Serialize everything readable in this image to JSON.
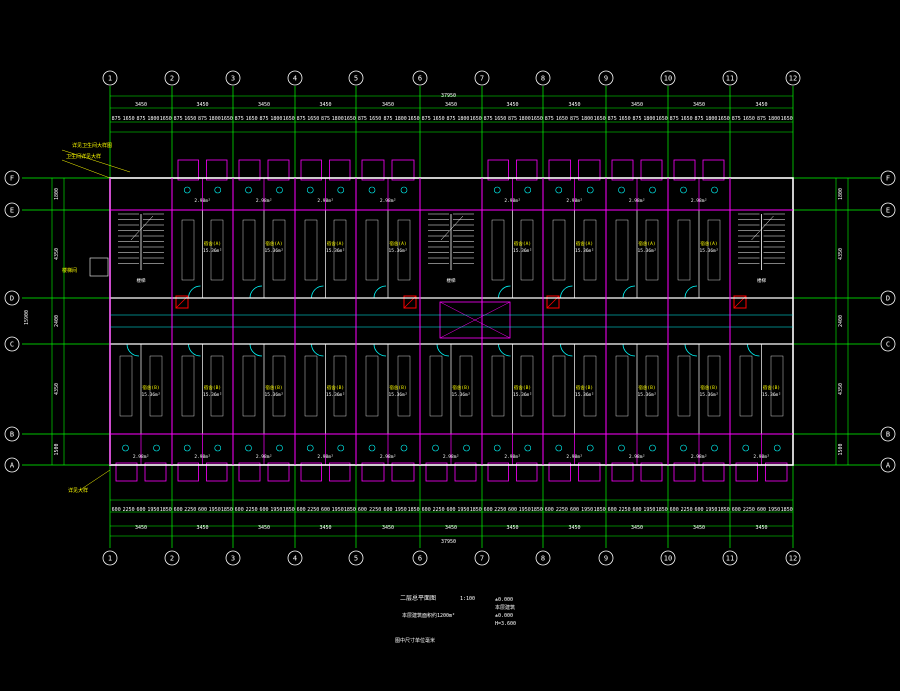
{
  "drawing": {
    "title": "二层总平面图",
    "scale": "1:100",
    "subtitle": "本层建筑面积约1200m²",
    "note": "图中尺寸单位毫米"
  },
  "legend_right": [
    "±0.000",
    "本层建筑",
    "±0.000",
    "H=3.600"
  ],
  "grid_columns": [
    "1",
    "2",
    "3",
    "4",
    "5",
    "6",
    "7",
    "8",
    "9",
    "10",
    "11",
    "12"
  ],
  "grid_rows": [
    "F",
    "E",
    "D",
    "C",
    "B",
    "A"
  ],
  "dimensions": {
    "overall": "37950",
    "bay": "3450",
    "row_spacings_left": [
      "1800",
      "4350",
      "2400",
      "4350",
      "1500"
    ],
    "row_spacings_right": [
      "1800",
      "4350",
      "2400",
      "4350",
      "1500"
    ],
    "outer_left": "15900",
    "sub_top": [
      "875",
      "1650",
      "875",
      "1800",
      "1650"
    ],
    "sub_bottom": [
      "600",
      "2250",
      "600",
      "1950",
      "1850"
    ]
  },
  "room_labels": {
    "dorm_top": "宿舍(A)",
    "dorm_top_area": "15.36m²",
    "dorm_bottom": "宿舍(B)",
    "dorm_bottom_area": "15.36m²",
    "bath_top_area": "2.98m²",
    "bath_bottom_area": "2.98m²"
  },
  "annotations": {
    "top_note_1": "详见卫生间大样图",
    "top_note_2": "卫生间详见大样",
    "left_note": "楼梯间",
    "bottom_note": "详见大样",
    "stair_label": "楼梯"
  },
  "colors": {
    "background": "#000000",
    "grid_line": "#00ff00",
    "wall": "#ffffff",
    "partition": "#ff00ff",
    "door": "#00ffff",
    "stair": "#ffffff",
    "dimension": "#00ff00",
    "bubble": "#ffffff",
    "fixture": "#00ffff",
    "hatch": "#ff0000",
    "text": "#ffffff",
    "annotation": "#ffff00"
  }
}
